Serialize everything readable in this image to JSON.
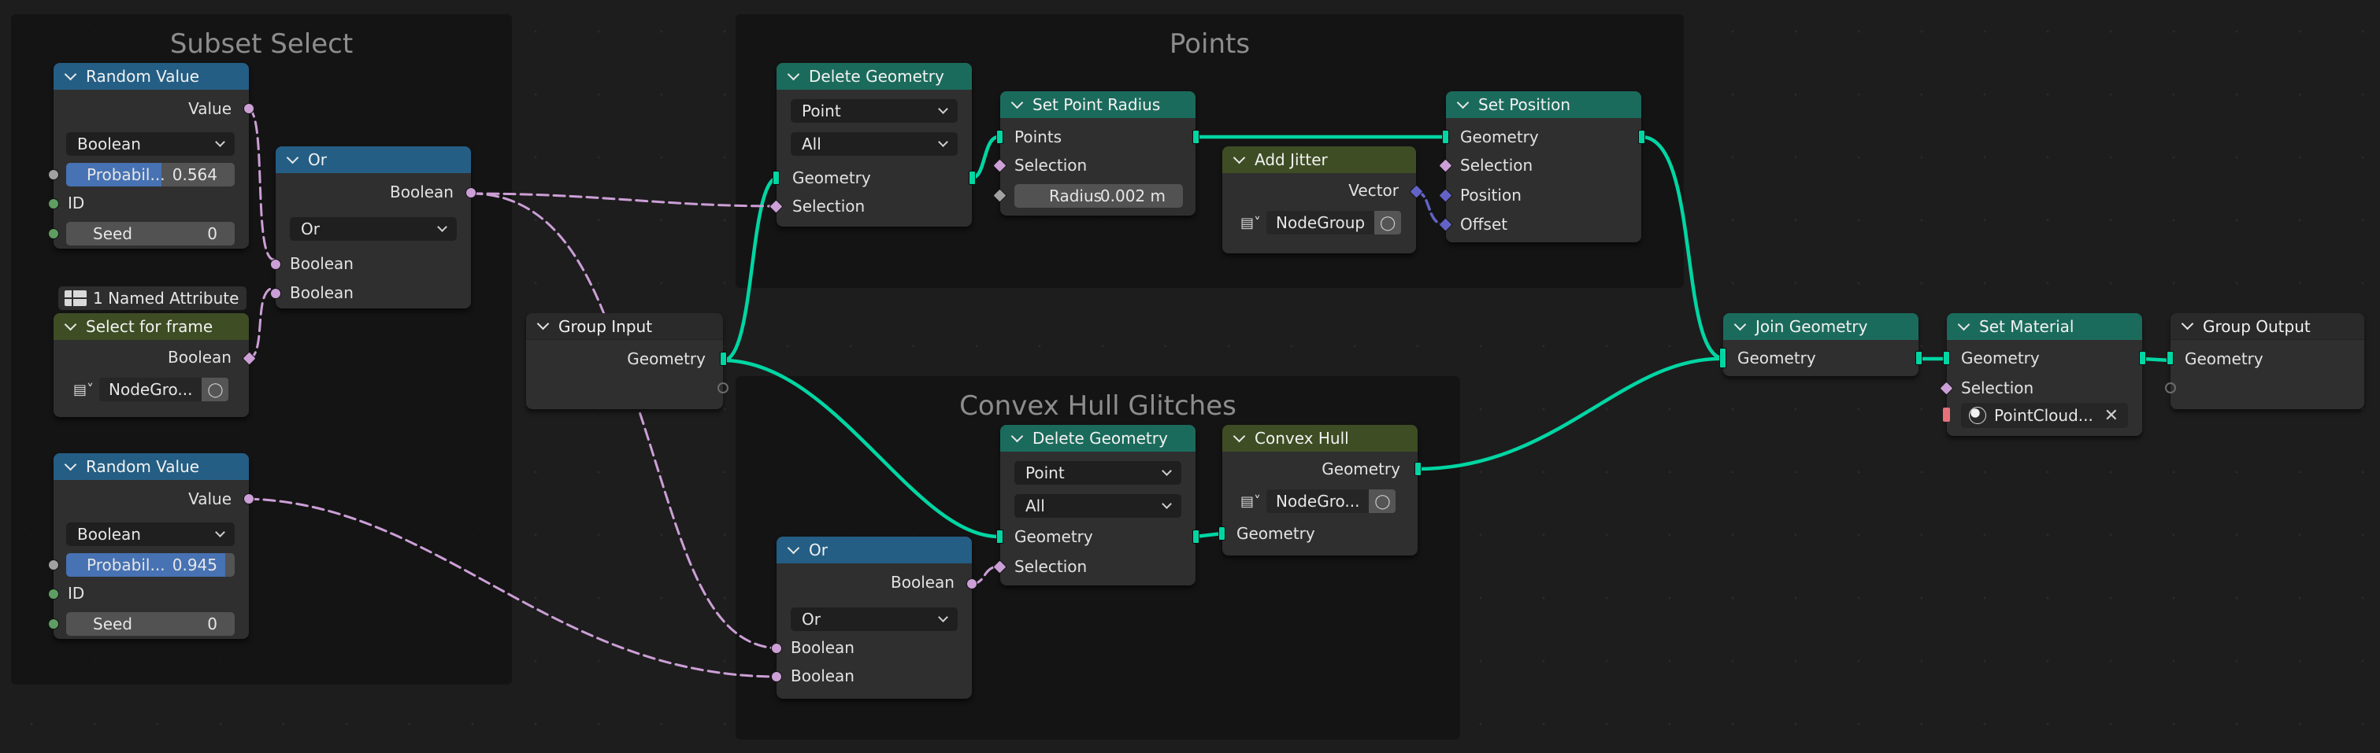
{
  "frames": {
    "subset": "Subset Select",
    "points": "Points",
    "convex": "Convex Hull Glitches"
  },
  "random_value_1": {
    "title": "Random Value",
    "value_out": "Value",
    "type": "Boolean",
    "prob_label": "Probabil...",
    "prob_value": "0.564",
    "prob_fraction": 0.564,
    "id": "ID",
    "seed_label": "Seed",
    "seed_value": "0"
  },
  "or_1": {
    "title": "Or",
    "out": "Boolean",
    "op": "Or",
    "in_a": "Boolean",
    "in_b": "Boolean"
  },
  "named_attr": "1 Named Attribute",
  "select_frame": {
    "title": "Select for frame",
    "out": "Boolean",
    "group": "NodeGro..."
  },
  "random_value_2": {
    "title": "Random Value",
    "value_out": "Value",
    "type": "Boolean",
    "prob_label": "Probabil...",
    "prob_value": "0.945",
    "prob_fraction": 0.945,
    "id": "ID",
    "seed_label": "Seed",
    "seed_value": "0"
  },
  "group_input": {
    "title": "Group Input",
    "geometry": "Geometry"
  },
  "delete_geo_1": {
    "title": "Delete Geometry",
    "domain": "Point",
    "mode": "All",
    "geometry": "Geometry",
    "selection": "Selection"
  },
  "set_radius": {
    "title": "Set Point Radius",
    "points": "Points",
    "selection": "Selection",
    "radius_label": "Radius",
    "radius_value": "0.002 m"
  },
  "add_jitter": {
    "title": "Add Jitter",
    "vector": "Vector",
    "group": "NodeGroup"
  },
  "set_position": {
    "title": "Set Position",
    "geometry": "Geometry",
    "selection": "Selection",
    "position": "Position",
    "offset": "Offset"
  },
  "delete_geo_2": {
    "title": "Delete Geometry",
    "domain": "Point",
    "mode": "All",
    "geometry": "Geometry",
    "selection": "Selection"
  },
  "convex_hull": {
    "title": "Convex Hull",
    "geometry_out": "Geometry",
    "group": "NodeGro...",
    "geometry_in": "Geometry"
  },
  "or_2": {
    "title": "Or",
    "out": "Boolean",
    "op": "Or",
    "in_a": "Boolean",
    "in_b": "Boolean"
  },
  "join_geo": {
    "title": "Join Geometry",
    "geometry": "Geometry"
  },
  "set_material": {
    "title": "Set Material",
    "geometry": "Geometry",
    "selection": "Selection",
    "material": "PointCloud..."
  },
  "group_output": {
    "title": "Group Output",
    "geometry": "Geometry"
  },
  "colors": {
    "geometry_link": "#00d6a3",
    "boolean_link": "#cc9fd6",
    "vector_link": "#6363c7",
    "header_utility": "#245e84",
    "header_geometry": "#1b6b5c",
    "header_group": "#3e4d24"
  }
}
